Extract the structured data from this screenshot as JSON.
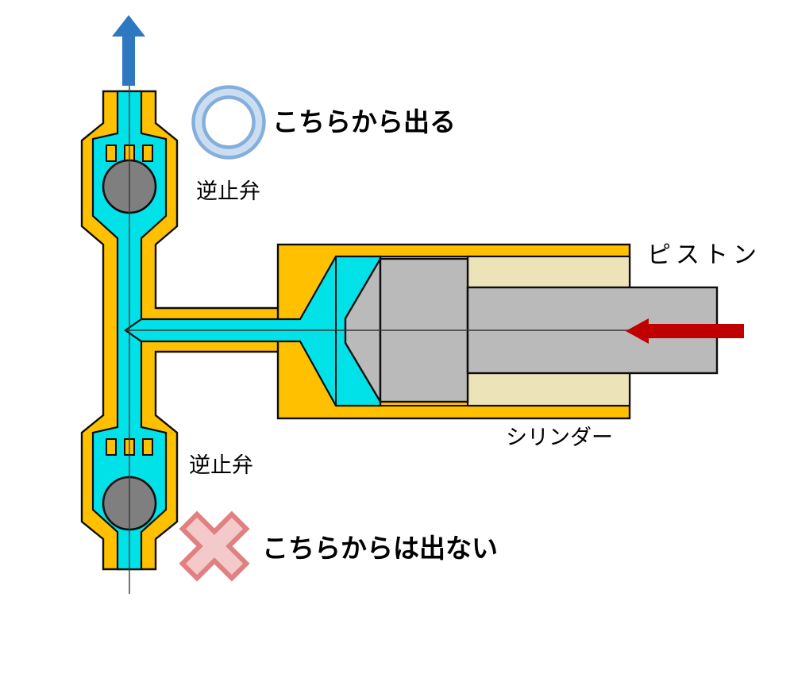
{
  "diagram": {
    "labels": {
      "outlet_note": "こちらから出る",
      "check_valve_upper": "逆止弁",
      "check_valve_lower": "逆止弁",
      "piston": "ピストン",
      "cylinder": "シリンダー",
      "no_outlet_note": "こちらからは出ない"
    },
    "icons": {
      "allowed_mark": "circle-ring-icon",
      "forbidden_mark": "cross-icon",
      "outflow_arrow": "up-arrow-icon",
      "piston_push_arrow": "left-arrow-icon"
    },
    "colors": {
      "body_yellow": "#FFC000",
      "fluid_cyan": "#00E1E8",
      "chamber_beige": "#EDE3B8",
      "piston_gray": "#BABABA",
      "ball_gray": "#7F7F7F",
      "arrow_blue": "#2E78C2",
      "arrow_red": "#C00000",
      "ring_edge_blue": "#84AFDC",
      "ring_band_blue": "#CBDDF1",
      "cross_edge_pink": "#E08080",
      "cross_fill_pink": "#F3C9C9"
    }
  }
}
